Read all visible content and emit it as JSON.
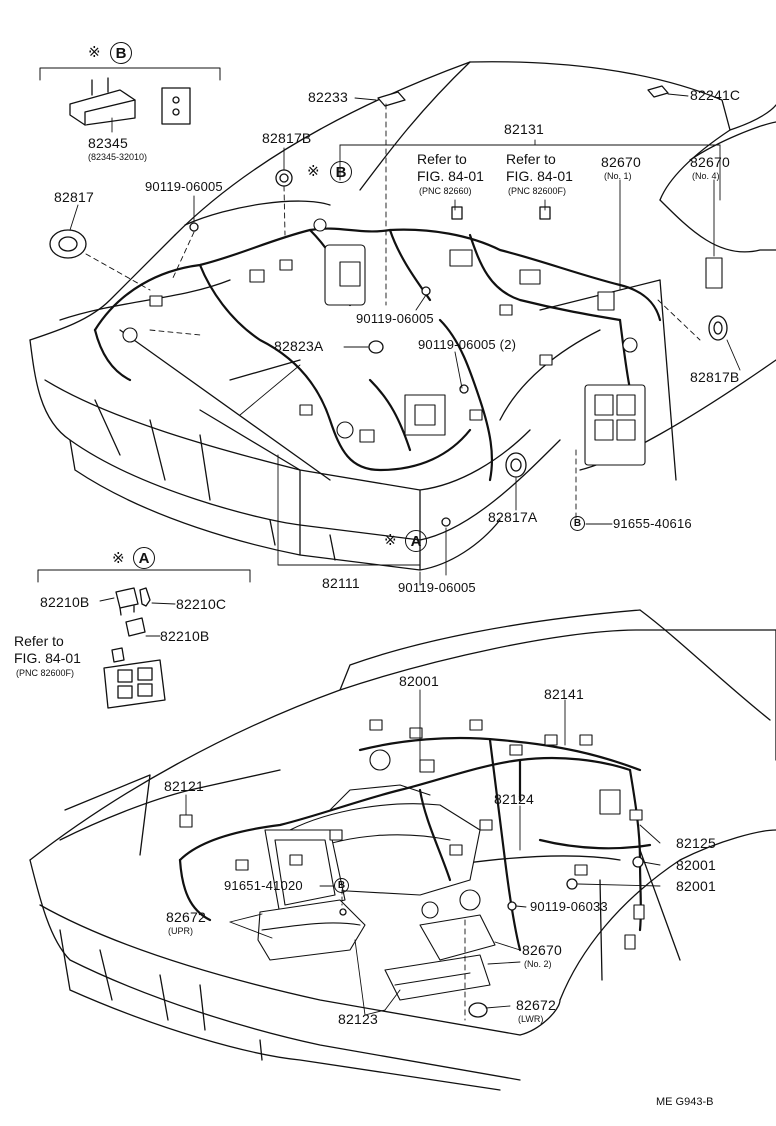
{
  "mark_symbol": "※",
  "groups": {
    "b": {
      "letter": "B"
    },
    "a": {
      "letter": "A"
    }
  },
  "labels": {
    "p82345": "82345",
    "p82345_sub": "(82345-32010)",
    "p82233": "82233",
    "p82241c": "82241C",
    "p82817b_top": "82817B",
    "p90119_06005_a": "90119-06005",
    "p82817": "82817",
    "p82131": "82131",
    "p82670_no1": "82670",
    "p82670_no1_sub": "(No. 1)",
    "p82670_no4": "82670",
    "p82670_no4_sub": "(No. 4)",
    "p90119_06005_b": "90119-06005",
    "p82823a": "82823A",
    "p90119_06005_2": "90119-06005 (2)",
    "p82817b_right": "82817B",
    "p82817a": "82817A",
    "p91655_40616": "91655-40616",
    "p82111": "82111",
    "p90119_06005_c": "90119-06005",
    "p82210b_a": "82210B",
    "p82210c": "82210C",
    "p82210b_b": "82210B",
    "p82001_top": "82001",
    "p82141": "82141",
    "p82121": "82121",
    "p82124": "82124",
    "p82125": "82125",
    "p82001_r1": "82001",
    "p82001_r2": "82001",
    "p91651_41020": "91651-41020",
    "p90119_06033": "90119-06033",
    "p82672_upr": "82672",
    "p82672_upr_sub": "(UPR)",
    "p82670_no2": "82670",
    "p82670_no2_sub": "(No. 2)",
    "p82123": "82123",
    "p82672_lwr": "82672",
    "p82672_lwr_sub": "(LWR)"
  },
  "refs": {
    "r1_line1": "Refer to",
    "r1_line2": "FIG. 84-01",
    "r1_sub": "(PNC 82660)",
    "r2_line1": "Refer to",
    "r2_line2": "FIG. 84-01",
    "r2_sub": "(PNC 82600F)",
    "r3_line1": "Refer to",
    "r3_line2": "FIG. 84-01",
    "r3_sub": "(PNC 82600F)"
  },
  "footer": "ME  G943-B"
}
